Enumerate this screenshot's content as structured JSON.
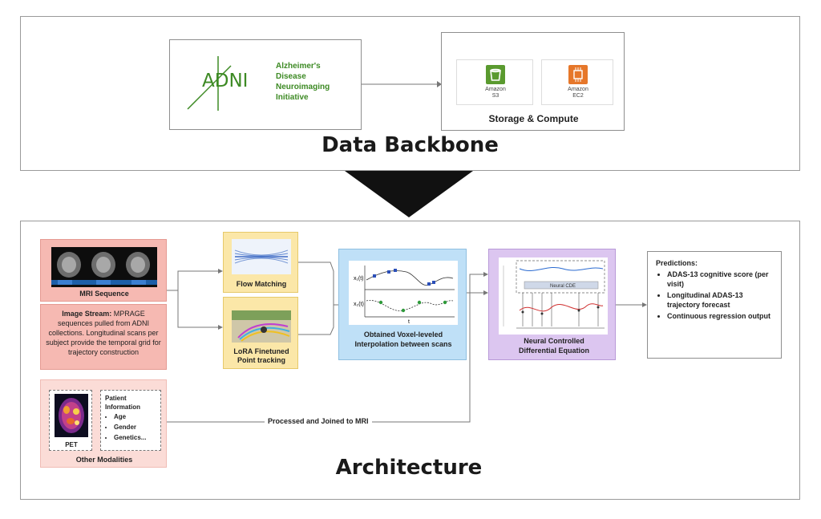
{
  "backbone": {
    "title": "Data Backbone",
    "adni": {
      "logo_text": "ADNI",
      "lines": [
        "Alzheimer's",
        "Disease",
        "Neuroimaging",
        "Initiative"
      ]
    },
    "storage": {
      "label": "Storage & Compute",
      "s3": [
        "Amazon",
        "S3"
      ],
      "ec2": [
        "Amazon",
        "EC2"
      ]
    }
  },
  "architecture": {
    "title": "Architecture",
    "mri": {
      "label": "MRI Sequence",
      "stream_bold": "Image Stream:",
      "stream_text": " MPRAGE sequences pulled from ADNI collections. Longitudinal scans per subject provide the temporal grid for trajectory construction"
    },
    "other": {
      "label": "Other Modalities",
      "pet_label": "PET",
      "patient_title": "Patient Information",
      "patient_items": [
        "Age",
        "Gender",
        "Genetics..."
      ]
    },
    "flow": {
      "label": "Flow Matching"
    },
    "lora": {
      "label": "LoRA Finetuned Point tracking"
    },
    "interp": {
      "label": "Obtained Voxel-leveled Interpolation between scans",
      "y1": "x₁(t)",
      "y2": "x₂(t)",
      "xlabel": "t"
    },
    "ncde": {
      "label": "Neural Controlled Differential Equation",
      "inner_label": "Neural CDE"
    },
    "join_label": "Processed and Joined to MRI",
    "predictions": {
      "title": "Predictions:",
      "items": [
        "ADAS-13 cognitive score (per visit)",
        "Longitudinal ADAS-13 trajectory forecast",
        "Continuous regression output"
      ]
    }
  },
  "colors": {
    "mri_fill": "#f6b9b2",
    "other_fill": "#fbdcd7",
    "yellow_fill": "#fbe7a8",
    "blue_fill": "#bfe0f7",
    "purple_fill": "#dcc6f0",
    "adni_green": "#3d8a24",
    "s3_green": "#5a9a2f",
    "ec2_orange": "#e6772a"
  }
}
